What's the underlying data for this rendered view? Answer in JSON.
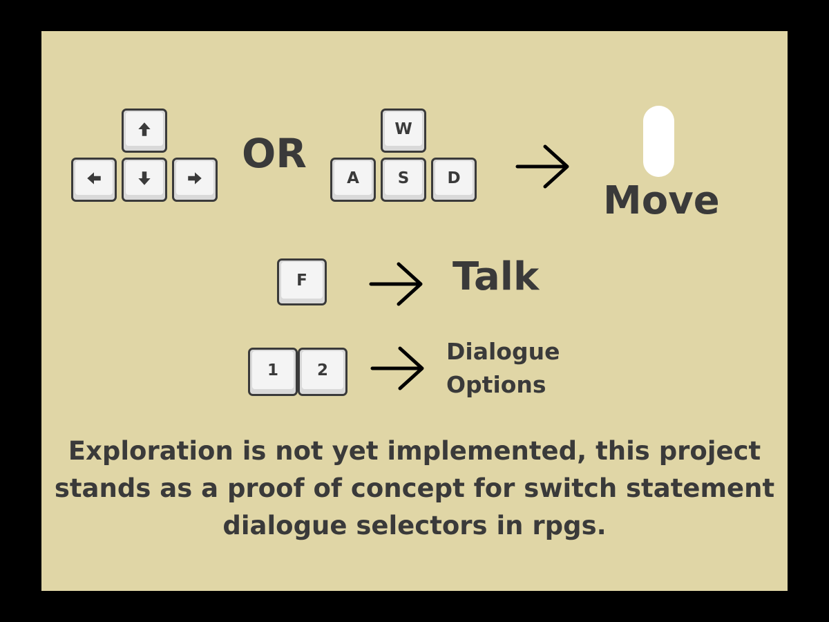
{
  "controls": {
    "or_label": "OR",
    "move_label": "Move",
    "talk_label": "Talk",
    "dialogue_label_line1": "Dialogue",
    "dialogue_label_line2": "Options",
    "wasd": {
      "w": "W",
      "a": "A",
      "s": "S",
      "d": "D"
    },
    "talk_key": "F",
    "dialogue_keys": [
      "1",
      "2"
    ],
    "arrow_keys": [
      "arrow-up-icon",
      "arrow-left-icon",
      "arrow-down-icon",
      "arrow-right-icon"
    ]
  },
  "note": "Exploration is not yet implemented, this project stands as a proof of concept for switch statement dialogue selectors in rpgs."
}
